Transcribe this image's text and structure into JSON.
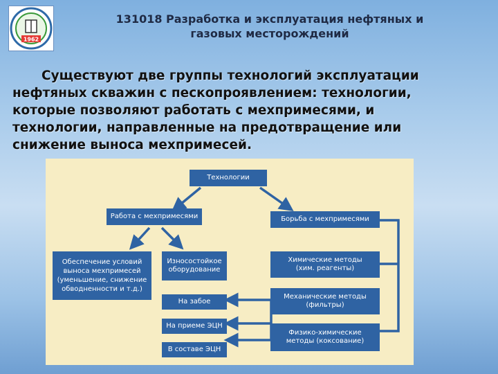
{
  "header": {
    "title_line1": "131018 Разработка и эксплуатация нефтяных и",
    "title_line2": "газовых месторождений"
  },
  "intro": {
    "line1": "Существуют две группы технологий эксплуатации",
    "line2": "нефтяных скважин с пескопроявлением: технологии,",
    "line3": "которые позволяют работать с мехпримесями, и",
    "line4": "технологии, направленные на предотвращение или",
    "line5": "снижение выноса мехпримесей."
  },
  "logo": {
    "year": "1962",
    "icon": "university-emblem-icon"
  },
  "diagram": {
    "root": "Технологии",
    "left_branch": "Работа с мехпримесями",
    "right_branch": "Борьба с мехпримесями",
    "conditions": {
      "line1": "Обеспечение условий",
      "line2": "выноса мехпримесей",
      "line3": "(уменьшение, снижение",
      "line4": "обводненности и т.д.)"
    },
    "wear_resistant": {
      "line1": "Износостойкое",
      "line2": "оборудование"
    },
    "at_bottom": "На забое",
    "at_intake": "На приеме ЭЦН",
    "in_esp": "В составе ЭЦН",
    "chemical": {
      "line1": "Химические методы",
      "line2": "(хим. реагенты)"
    },
    "mechanical": {
      "line1": "Механические методы",
      "line2": "(фильтры)"
    },
    "physchem": {
      "line1": "Физико-химические",
      "line2": "методы (коксование)"
    }
  }
}
